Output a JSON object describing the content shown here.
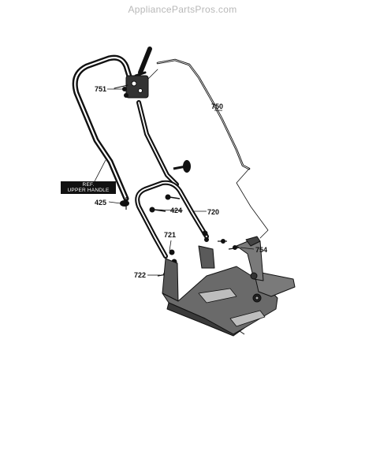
{
  "watermark": "AppliancePartsPros.com",
  "reference_tag": {
    "line1": "REF.",
    "line2": "UPPER HANDLE"
  },
  "callouts": {
    "c751": "751",
    "c750": "750",
    "c425": "425",
    "c424": "424",
    "c720": "720",
    "c721": "721",
    "c754": "754",
    "c722": "722"
  }
}
